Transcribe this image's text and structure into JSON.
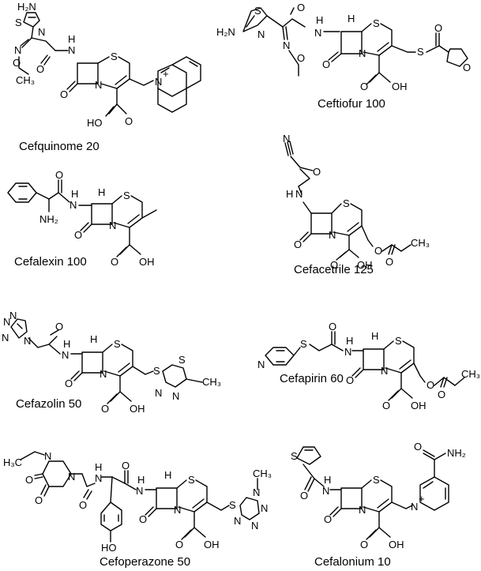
{
  "compounds": [
    {
      "id": "cefquinome",
      "caption": "Cefquinome 20",
      "atoms": [
        {
          "text": "H₂N",
          "key": "h2n"
        },
        {
          "text": "S",
          "key": "s-thiazole"
        },
        {
          "text": "N",
          "key": "n-thiazole"
        },
        {
          "text": "N",
          "key": "n-oxime"
        },
        {
          "text": "O",
          "key": "o-oxime"
        },
        {
          "text": "CH₃",
          "key": "ch3"
        },
        {
          "text": "O",
          "key": "o-amide"
        },
        {
          "text": "N",
          "key": "n-amide"
        },
        {
          "text": "H",
          "key": "h-amide"
        },
        {
          "text": "S",
          "key": "s-ring"
        },
        {
          "text": "N",
          "key": "n-ring"
        },
        {
          "text": "O",
          "key": "o-lactam"
        },
        {
          "text": "HO",
          "key": "ho"
        },
        {
          "text": "O",
          "key": "o-acid"
        },
        {
          "text": "N",
          "key": "n-quin"
        },
        {
          "text": "+",
          "key": "plus"
        }
      ]
    },
    {
      "id": "ceftiofur",
      "caption": "Ceftiofur 100",
      "atoms": [
        {
          "text": "H₂N",
          "key": "h2n"
        },
        {
          "text": "S",
          "key": "s-thiazole"
        },
        {
          "text": "N",
          "key": "n-thiazole"
        },
        {
          "text": "O",
          "key": "o-amide"
        },
        {
          "text": "N",
          "key": "n-amide"
        },
        {
          "text": "H",
          "key": "h-amide"
        },
        {
          "text": "N",
          "key": "n-oxime"
        },
        {
          "text": "O",
          "key": "o-oxime"
        },
        {
          "text": "H",
          "key": "h-stereo"
        },
        {
          "text": "S",
          "key": "s-ring"
        },
        {
          "text": "N",
          "key": "n-ring"
        },
        {
          "text": "O",
          "key": "o-lactam"
        },
        {
          "text": "O",
          "key": "o-acid"
        },
        {
          "text": "OH",
          "key": "oh"
        },
        {
          "text": "S",
          "key": "s-thio"
        },
        {
          "text": "O",
          "key": "o-carbonyl"
        },
        {
          "text": "O",
          "key": "o-furan"
        }
      ]
    },
    {
      "id": "cefalexin",
      "caption": "Cefalexin 100",
      "atoms": [
        {
          "text": "O",
          "key": "o-amide"
        },
        {
          "text": "N",
          "key": "n-amide"
        },
        {
          "text": "H",
          "key": "h-amide"
        },
        {
          "text": "NH₂",
          "key": "nh2"
        },
        {
          "text": "H",
          "key": "h-stereo"
        },
        {
          "text": "S",
          "key": "s-ring"
        },
        {
          "text": "N",
          "key": "n-ring"
        },
        {
          "text": "O",
          "key": "o-lactam"
        },
        {
          "text": "O",
          "key": "o-acid"
        },
        {
          "text": "OH",
          "key": "oh"
        }
      ]
    },
    {
      "id": "cefacetrile",
      "caption": "Cefacetrile 125",
      "atoms": [
        {
          "text": "N",
          "key": "n-nitrile"
        },
        {
          "text": "O",
          "key": "o-amide"
        },
        {
          "text": "N",
          "key": "n-amide"
        },
        {
          "text": "H",
          "key": "h-amide"
        },
        {
          "text": "S",
          "key": "s-ring"
        },
        {
          "text": "N",
          "key": "n-ring"
        },
        {
          "text": "O",
          "key": "o-lactam"
        },
        {
          "text": "O",
          "key": "o-acid"
        },
        {
          "text": "OH",
          "key": "oh"
        },
        {
          "text": "O",
          "key": "o-ester"
        },
        {
          "text": "O",
          "key": "o-acetyl"
        },
        {
          "text": "CH₃",
          "key": "ch3"
        }
      ]
    },
    {
      "id": "cefazolin",
      "caption": "Cefazolin 50",
      "atoms": [
        {
          "text": "N",
          "key": "n1"
        },
        {
          "text": "N",
          "key": "n2"
        },
        {
          "text": "N",
          "key": "n3"
        },
        {
          "text": "N",
          "key": "n4"
        },
        {
          "text": "O",
          "key": "o-amide"
        },
        {
          "text": "N",
          "key": "n-amide"
        },
        {
          "text": "H",
          "key": "h-amide"
        },
        {
          "text": "H",
          "key": "h-stereo"
        },
        {
          "text": "S",
          "key": "s-ring"
        },
        {
          "text": "N",
          "key": "n-ring"
        },
        {
          "text": "O",
          "key": "o-lactam"
        },
        {
          "text": "O",
          "key": "o-acid"
        },
        {
          "text": "OH",
          "key": "oh"
        },
        {
          "text": "S",
          "key": "s-thio"
        },
        {
          "text": "S",
          "key": "s-thiadiazole"
        },
        {
          "text": "N",
          "key": "n-td1"
        },
        {
          "text": "N",
          "key": "n-td2"
        },
        {
          "text": "CH₃",
          "key": "ch3"
        }
      ]
    },
    {
      "id": "cefapirin",
      "caption": "Cefapirin 60",
      "atoms": [
        {
          "text": "N",
          "key": "n-pyridine"
        },
        {
          "text": "S",
          "key": "s-thio"
        },
        {
          "text": "O",
          "key": "o-amide"
        },
        {
          "text": "N",
          "key": "n-amide"
        },
        {
          "text": "H",
          "key": "h-amide"
        },
        {
          "text": "H",
          "key": "h-stereo"
        },
        {
          "text": "S",
          "key": "s-ring"
        },
        {
          "text": "N",
          "key": "n-ring"
        },
        {
          "text": "O",
          "key": "o-lactam"
        },
        {
          "text": "O",
          "key": "o-acid"
        },
        {
          "text": "OH",
          "key": "oh"
        },
        {
          "text": "O",
          "key": "o-ester"
        },
        {
          "text": "O",
          "key": "o-acetyl"
        },
        {
          "text": "CH₃",
          "key": "ch3"
        }
      ]
    },
    {
      "id": "cefoperazone",
      "caption": "Cefoperazone 50",
      "atoms": [
        {
          "text": "H₃C",
          "key": "h3c"
        },
        {
          "text": "N",
          "key": "n-ethyl"
        },
        {
          "text": "O",
          "key": "o-dioxo1"
        },
        {
          "text": "O",
          "key": "o-dioxo2"
        },
        {
          "text": "N",
          "key": "n-pip"
        },
        {
          "text": "O",
          "key": "o-urea"
        },
        {
          "text": "N",
          "key": "n-urea"
        },
        {
          "text": "H",
          "key": "h-urea"
        },
        {
          "text": "O",
          "key": "o-amide"
        },
        {
          "text": "N",
          "key": "n-amide"
        },
        {
          "text": "H",
          "key": "h-amide"
        },
        {
          "text": "H",
          "key": "h-stereo"
        },
        {
          "text": "S",
          "key": "s-ring"
        },
        {
          "text": "N",
          "key": "n-ring"
        },
        {
          "text": "O",
          "key": "o-lactam"
        },
        {
          "text": "O",
          "key": "o-acid"
        },
        {
          "text": "OH",
          "key": "oh"
        },
        {
          "text": "S",
          "key": "s-thio"
        },
        {
          "text": "N",
          "key": "n-methyl"
        },
        {
          "text": "CH₃",
          "key": "ch3"
        },
        {
          "text": "N",
          "key": "n-tz1"
        },
        {
          "text": "N",
          "key": "n-tz2"
        },
        {
          "text": "N",
          "key": "n-tz3"
        },
        {
          "text": "HO",
          "key": "ho-phenol"
        }
      ]
    },
    {
      "id": "cefalonium",
      "caption": "Cefalonium 10",
      "atoms": [
        {
          "text": "S",
          "key": "s-thiophene"
        },
        {
          "text": "O",
          "key": "o-amide"
        },
        {
          "text": "N",
          "key": "n-amide"
        },
        {
          "text": "H",
          "key": "h-amide"
        },
        {
          "text": "S",
          "key": "s-ring"
        },
        {
          "text": "N",
          "key": "n-ring"
        },
        {
          "text": "O",
          "key": "o-lactam"
        },
        {
          "text": "O",
          "key": "o-acid"
        },
        {
          "text": "OH",
          "key": "oh"
        },
        {
          "text": "N",
          "key": "n-pyridinium"
        },
        {
          "text": "+",
          "key": "plus"
        },
        {
          "text": "NH₂",
          "key": "nh2"
        },
        {
          "text": "O",
          "key": "o-carboxamide"
        }
      ]
    }
  ]
}
